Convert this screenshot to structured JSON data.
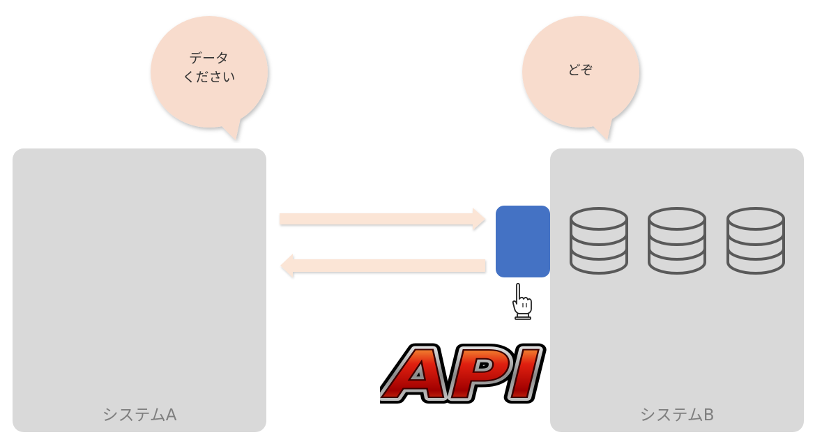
{
  "system_a": {
    "label": "システムA"
  },
  "system_b": {
    "label": "システムB"
  },
  "bubble_a": {
    "text": "データ\nください"
  },
  "bubble_b": {
    "text": "どぞ"
  },
  "api_logo": {
    "text": "API"
  },
  "icons": {
    "pointer": "pointing-hand-icon",
    "database": "database-icon"
  },
  "colors": {
    "system_bg": "#d9d9d9",
    "bubble": "#f8dccd",
    "arrow": "#fbe5d6",
    "api_box": "#4472c4",
    "api_logo_red": "#c00000"
  }
}
